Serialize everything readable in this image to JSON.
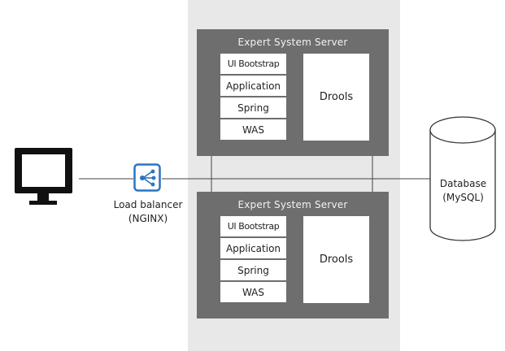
{
  "servers": [
    {
      "title": "Expert System Server",
      "layers": [
        "UI Bootstrap",
        "Application",
        "Spring",
        "WAS"
      ],
      "engine": "Drools"
    },
    {
      "title": "Expert System Server",
      "layers": [
        "UI Bootstrap",
        "Application",
        "Spring",
        "WAS"
      ],
      "engine": "Drools"
    }
  ],
  "load_balancer": {
    "line1": "Load balancer",
    "line2": "(NGINX)",
    "icon": "network-hub-icon"
  },
  "database": {
    "line1": "Database",
    "line2": "(MySQL)",
    "icon": "cylinder-icon"
  },
  "client": {
    "icon": "monitor-icon"
  },
  "colors": {
    "server_fill": "#6e6e6e",
    "backdrop": "#e8e8e8",
    "lb_accent": "#2a74c4",
    "line": "#444444"
  }
}
